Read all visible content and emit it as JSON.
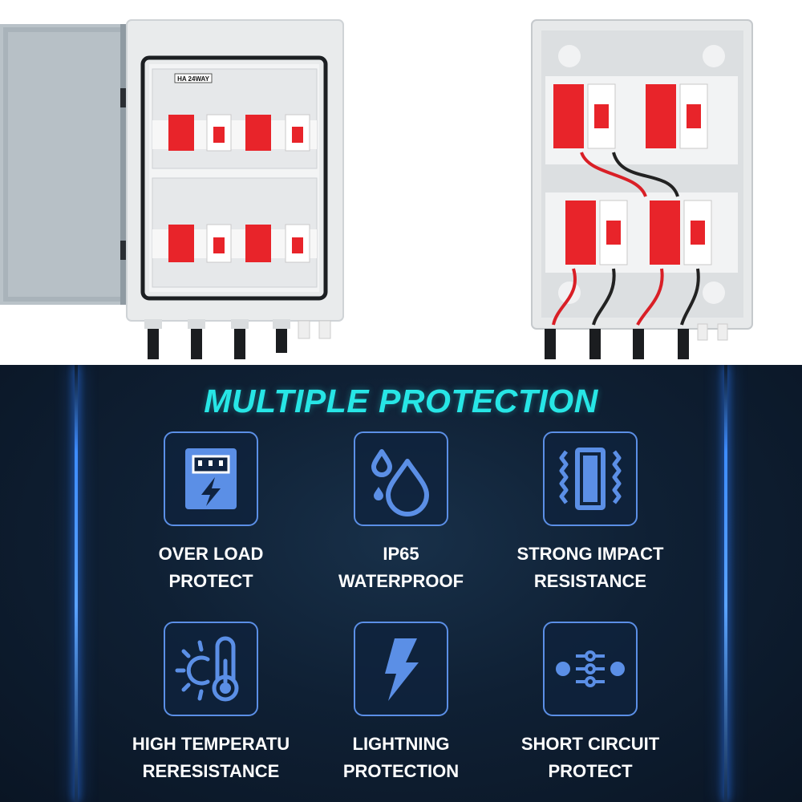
{
  "product_photo": {
    "panel_label": "HA 24WAY"
  },
  "section": {
    "heading": "MULTIPLE PROTECTION",
    "accent_color": "#27e6e6",
    "icon_color": "#5b8fe6",
    "features": [
      {
        "icon": "meter-lightning-icon",
        "line1": "OVER LOAD",
        "line2": "PROTECT"
      },
      {
        "icon": "water-drops-icon",
        "line1": "IP65",
        "line2": "WATERPROOF"
      },
      {
        "icon": "impact-resistance-icon",
        "line1": "STRONG IMPACT",
        "line2": "RESISTANCE"
      },
      {
        "icon": "sun-thermometer-icon",
        "line1": "HIGH TEMPERATU",
        "line2": "RERESISTANCE"
      },
      {
        "icon": "lightning-bolt-icon",
        "line1": "LIGHTNING",
        "line2": "PROTECTION"
      },
      {
        "icon": "circuit-sliders-icon",
        "line1": "SHORT CIRCUIT",
        "line2": "PROTECT"
      }
    ]
  }
}
